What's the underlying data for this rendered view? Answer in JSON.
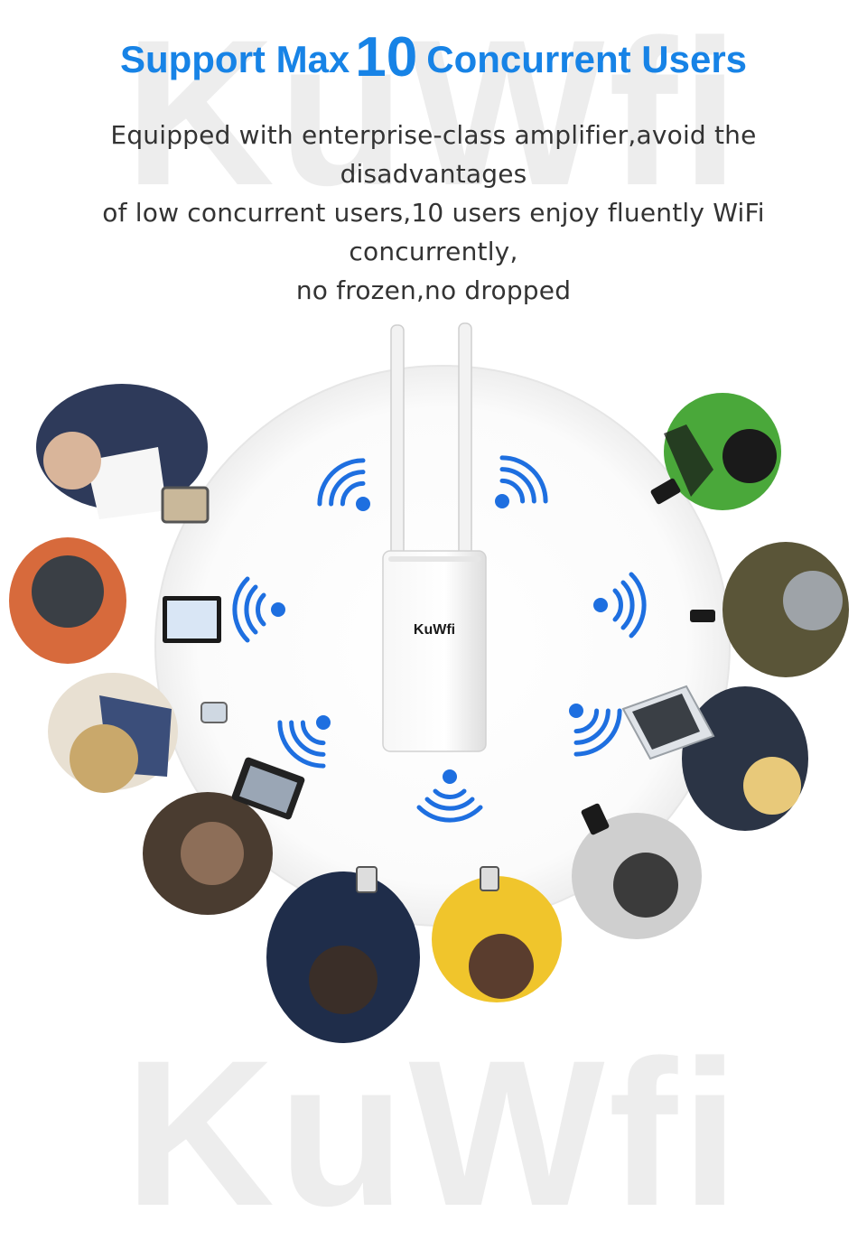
{
  "watermark": {
    "top": "KuWfi",
    "bottom": "KuWfi"
  },
  "headline": {
    "pre": "Support  Max",
    "number": "10",
    "post": "Concurrent Users"
  },
  "description": {
    "line1": "Equipped with enterprise-class amplifier,avoid the disadvantages",
    "line2": "of low concurrent users,10 users enjoy fluently WiFi concurrently,",
    "line3": "no frozen,no dropped"
  },
  "device": {
    "brand": "KuWfi"
  },
  "colors": {
    "accent": "#1783e6",
    "wifi_signal": "#1e6fe0",
    "device_body": "#f4f4f4",
    "table": "#ffffff"
  },
  "icons": {
    "wifi": "wifi-signal-icon",
    "router": "router-icon",
    "person": "person-icon"
  }
}
